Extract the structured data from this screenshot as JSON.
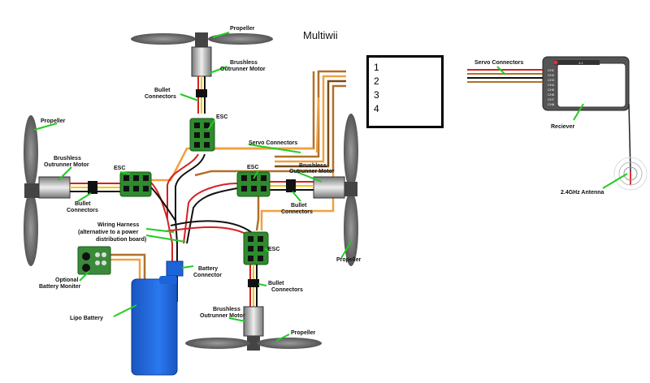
{
  "title": "Multiwii",
  "numbered_list": [
    "1",
    "2",
    "3",
    "4"
  ],
  "labels": {
    "propeller": "Propeller",
    "propeller_bottom": "Propeller",
    "brushless_motor_line1": "Brushless",
    "brushless_motor_line2": "Outrunner Motor",
    "bullet_line1": "Bullet",
    "bullet_line2": "Connectors",
    "esc": "ESC",
    "servo_connectors": "Servo Connectors",
    "wiring_harness_line1": "Wiring Harness",
    "wiring_harness_line2": "(alternative to a power",
    "wiring_harness_line3": "distribution board)",
    "battery_connector_line1": "Battery",
    "battery_connector_line2": "Connector",
    "battery_monitor_line1": "Optional",
    "battery_monitor_line2": "Battery Moniter",
    "lipo_battery": "Lipo Battery",
    "receiver": "Reciever",
    "antenna": "2.4GHz Antenna"
  },
  "receiver_channels": [
    "CH1",
    "CH2",
    "CH3",
    "CH4",
    "CH5",
    "CH6",
    "CH7",
    "CH8"
  ],
  "colors": {
    "motor_wire_red": "#d42020",
    "motor_wire_yellow": "#f0c800",
    "servo_brown": "#b0702a",
    "servo_orange": "#f0a040",
    "esc_green": "#2e8b2e",
    "battery_blue": "#1c64d8",
    "callout_green": "#22cc22"
  }
}
